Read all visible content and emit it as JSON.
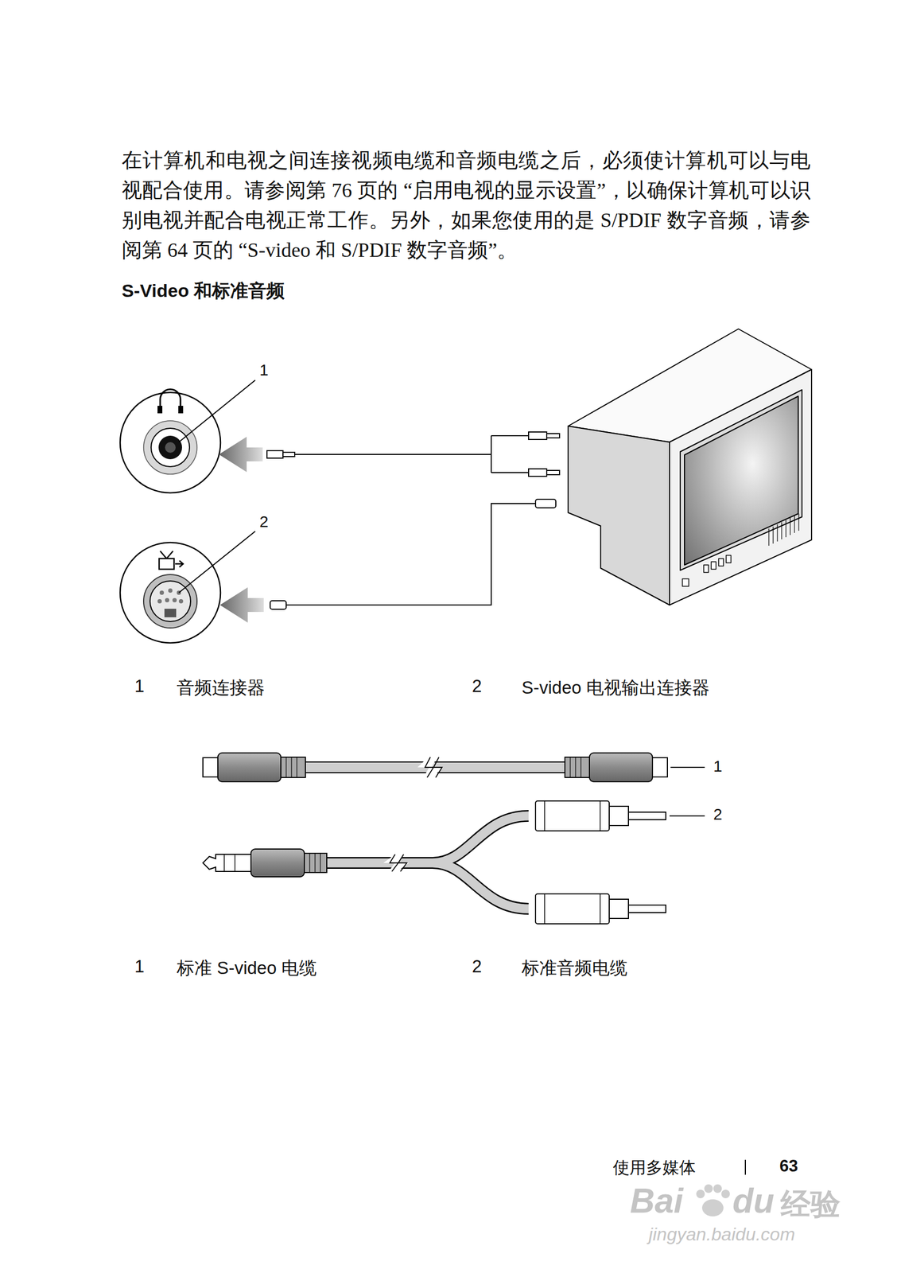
{
  "diagram": {
    "title": "S-Video 和标准音频",
    "labels": [
      "在计算机和电视之间连接视频电缆和音频电缆之后，必须使计算机可以与电视配合使用。请参阅第 76 页的 “启用电视的显示设置”，以确保计算机可以识别电视并配合电视正常工作。另外，如果您使用的是 S/PDIF 数字音频，请参阅第 64 页的 “S-video 和 S/PDIF 数字音频”。",
      "1",
      "2",
      "1",
      "音频连接器",
      "2",
      "S-video 电视输出连接器",
      "1",
      "2",
      "1",
      "标准 S-video 电缆",
      "2",
      "标准音频电缆",
      "使用多媒体",
      "63",
      "Bai",
      "du",
      "经验",
      "jingyan.baidu.com"
    ]
  }
}
